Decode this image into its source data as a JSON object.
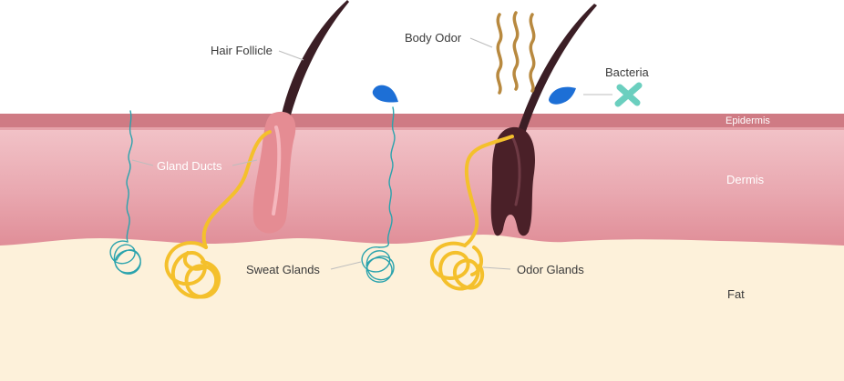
{
  "labels": {
    "hair_follicle": "Hair Follicle",
    "body_odor": "Body Odor",
    "bacteria": "Bacteria",
    "epidermis": "Epidermis",
    "dermis": "Dermis",
    "gland_ducts": "Gland Ducts",
    "sweat_glands": "Sweat Glands",
    "odor_glands": "Odor Glands",
    "fat": "Fat"
  },
  "colors": {
    "epidermis": "#cf7b84",
    "dermis": "#e7a0a9",
    "fat": "#fdf1da",
    "hair": "#3b1e25",
    "follicle": "#e58c93",
    "sweat_duct": "#2aa3ad",
    "odor_gland": "#f4c02c",
    "droplet": "#1d6fd6",
    "bacteria": "#6bcfbf",
    "odor_waves": "#b8893f",
    "leader_line": "#bdbdbd"
  }
}
